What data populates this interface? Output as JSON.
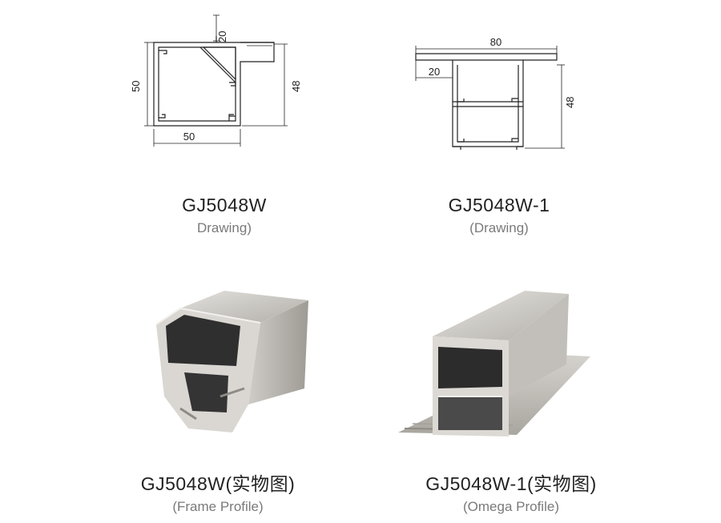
{
  "items": [
    {
      "code": "GJ5048W",
      "label": "Drawing)",
      "dims": {
        "top": "20",
        "left": "50",
        "right": "48",
        "bottom": "50"
      }
    },
    {
      "code": "GJ5048W-1",
      "label": "(Drawing)",
      "dims": {
        "width": "80",
        "flange": "20",
        "height": "48"
      }
    },
    {
      "code": "GJ5048W(实物图)",
      "label": "(Frame Profile)"
    },
    {
      "code": "GJ5048W-1(实物图)",
      "label": "(Omega Profile)"
    }
  ],
  "colors": {
    "line": "#222222",
    "metal_light": "#d8d6d2",
    "metal_mid": "#b9b6b0",
    "metal_dark": "#3a3a3a"
  }
}
